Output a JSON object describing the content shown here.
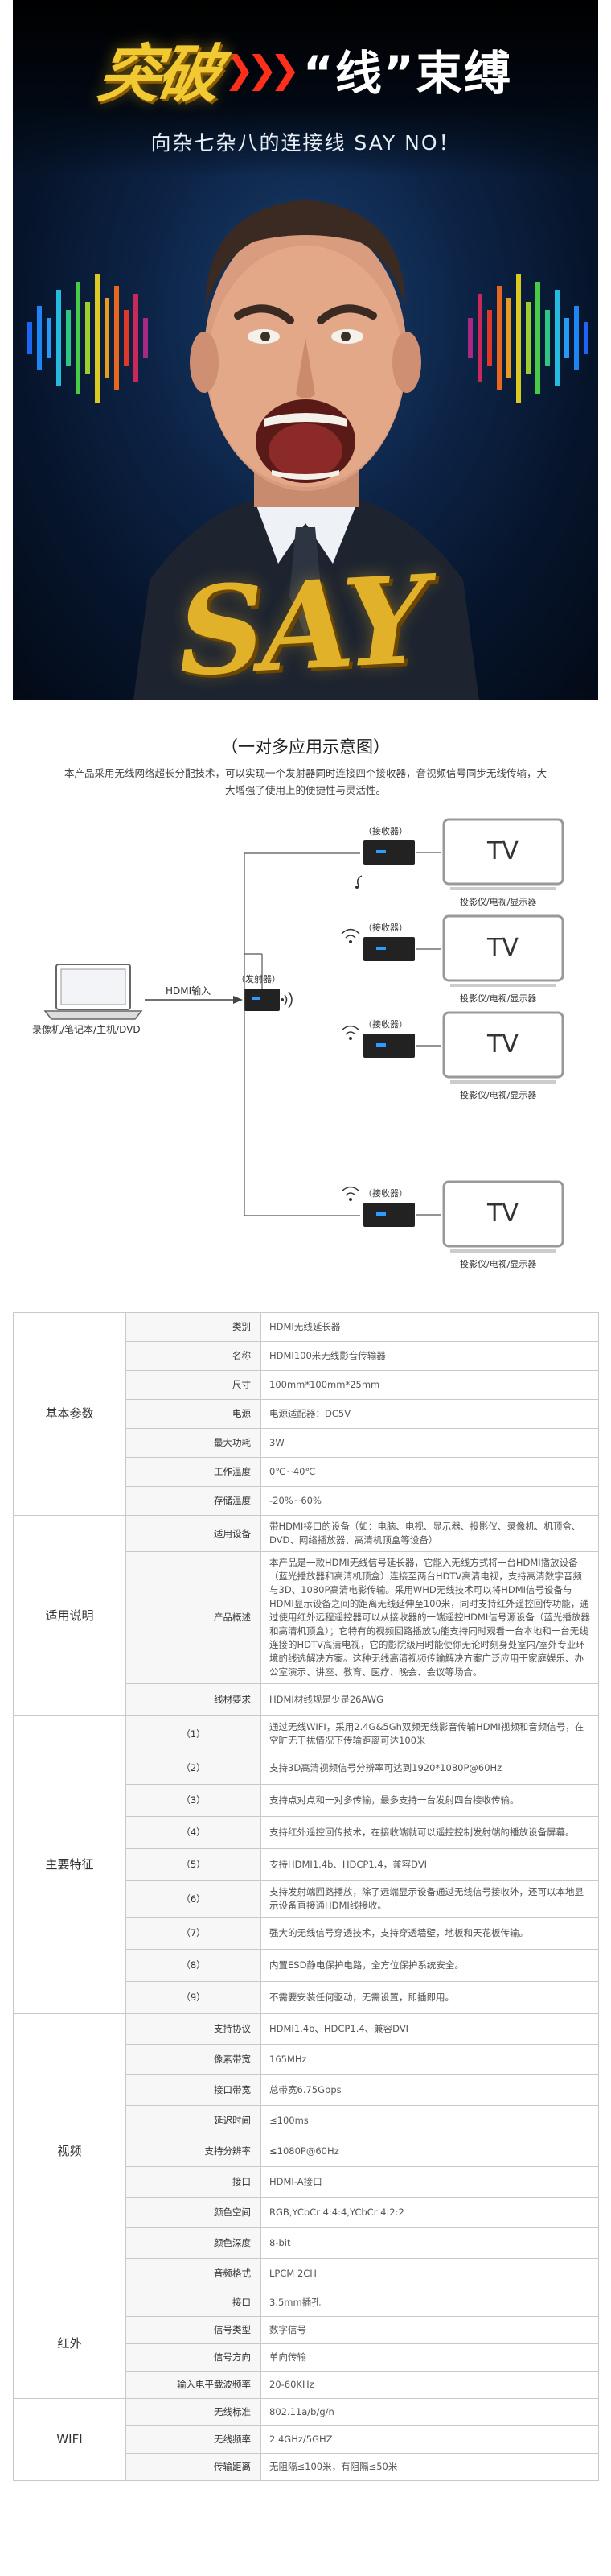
{
  "banner": {
    "headline_tu": "突破",
    "headline_xian": "“线”束缚",
    "subline": "向杂七杂八的连接线 SAY NO！",
    "sayno": "SAY NO！"
  },
  "diagram": {
    "title": "（一对多应用示意图）",
    "intro": "本产品采用无线网络超长分配技术，可以实现一个发射器同时连接四个接收器，音视频信号同步无线传输，大大增强了使用上的便捷性与灵活性。",
    "source_label": "录像机/笔记本/主机/DVD",
    "hdmi_input": "HDMI输入",
    "transmitter": "（发射器）",
    "receiver": "（接收器）",
    "tv": "TV",
    "display": "投影仪/电视/显示器"
  },
  "spec": {
    "sections": [
      {
        "name": "基本参数",
        "rows": [
          {
            "key": "类别",
            "value": "HDMI无线延长器"
          },
          {
            "key": "名称",
            "value": "HDMI100米无线影音传输器"
          },
          {
            "key": "尺寸",
            "value": "100mm*100mm*25mm"
          },
          {
            "key": "电源",
            "value": "电源适配器：DC5V"
          },
          {
            "key": "最大功耗",
            "value": "3W"
          },
          {
            "key": "工作温度",
            "value": "0℃~40℃"
          },
          {
            "key": "存储温度",
            "value": "-20%~60%"
          }
        ]
      },
      {
        "name": "适用说明",
        "rows": [
          {
            "key": "适用设备",
            "value": "带HDMI接口的设备（如：电脑、电视、显示器、投影仪、录像机、机顶盒、DVD、网络播放器、高清机顶盒等设备）"
          },
          {
            "key": "产品概述",
            "value": "本产品是一款HDMI无线信号延长器，它能入无线方式将一台HDMI播放设备（蓝光播放器和高清机顶盒）连接至两台HDTV高清电视，支持高清数字音频与3D、1080P高清电影传输。采用WHD无线技术可以将HDMI信号设备与HDMI显示设备之间的距离无线延伸至100米，同时支持红外遥控回传功能，通过使用红外远程遥控器可以从接收器的一端遥控HDMI信号源设备（蓝光播放器和高清机顶盒）；它特有的视频回路播放功能支持同时观看一台本地和一台无线连接的HDTV高清电视，它的影院级用时能使你无论时刻身处室内/室外专业环境的线选解决方案。这种无线高清视频传输解决方案广泛应用于家庭娱乐、办公室演示、讲座、教育、医疗、晚会、会议等场合。"
          },
          {
            "key": "线材要求",
            "value": "HDMI材线规是少是26AWG"
          }
        ]
      },
      {
        "name": "主要特征",
        "rows": [
          {
            "key": "（1）",
            "value": "通过无线WIFI，采用2.4G&5Gh双频无线影音传输HDMI视频和音频信号，在空旷无干扰情况下传输距离可达100米"
          },
          {
            "key": "（2）",
            "value": "支持3D高清视频信号分辨率可达到1920*1080P@60Hz"
          },
          {
            "key": "（3）",
            "value": "支持点对点和一对多传输，最多支持一台发射四台接收传输。"
          },
          {
            "key": "（4）",
            "value": "支持红外遥控回传技术，在接收端就可以遥控控制发射端的播放设备屏幕。"
          },
          {
            "key": "（5）",
            "value": "支持HDMI1.4b、HDCP1.4，兼容DVI"
          },
          {
            "key": "（6）",
            "value": "支持发射端回路播放，除了远端显示设备通过无线信号接收外，还可以本地显示设备直接通HDMI线接收。"
          },
          {
            "key": "（7）",
            "value": "强大的无线信号穿透技术，支持穿透墙壁，地板和天花板传输。"
          },
          {
            "key": "（8）",
            "value": "内置ESD静电保护电路，全方位保护系统安全。"
          },
          {
            "key": "（9）",
            "value": "不需要安装任何驱动，无需设置，即插即用。"
          }
        ]
      },
      {
        "name": "视频",
        "rows": [
          {
            "key": "支持协议",
            "value": "HDMI1.4b、HDCP1.4、兼容DVI"
          },
          {
            "key": "像素带宽",
            "value": "165MHz"
          },
          {
            "key": "接口带宽",
            "value": "总带宽6.75Gbps"
          },
          {
            "key": "延迟时间",
            "value": "≤100ms"
          },
          {
            "key": "支持分辨率",
            "value": "≤1080P@60Hz"
          },
          {
            "key": "接口",
            "value": "HDMI-A接口"
          },
          {
            "key": "颜色空间",
            "value": "RGB,YCbCr 4:4:4,YCbCr 4:2:2"
          },
          {
            "key": "颜色深度",
            "value": "8-bit"
          },
          {
            "key": "音频格式",
            "value": "LPCM 2CH"
          }
        ]
      },
      {
        "name": "红外",
        "rows": [
          {
            "key": "接口",
            "value": "3.5mm插孔"
          },
          {
            "key": "信号类型",
            "value": "数字信号"
          },
          {
            "key": "信号方向",
            "value": "单向传输"
          },
          {
            "key": "输入电平载波频率",
            "value": "20-60KHz"
          }
        ]
      },
      {
        "name": "WIFI",
        "rows": [
          {
            "key": "无线标准",
            "value": "802.11a/b/g/n"
          },
          {
            "key": "无线频率",
            "value": "2.4GHz/5GHZ"
          },
          {
            "key": "传输距离",
            "value": "无阻隔≤100米，有阻隔≤50米"
          }
        ]
      }
    ]
  }
}
